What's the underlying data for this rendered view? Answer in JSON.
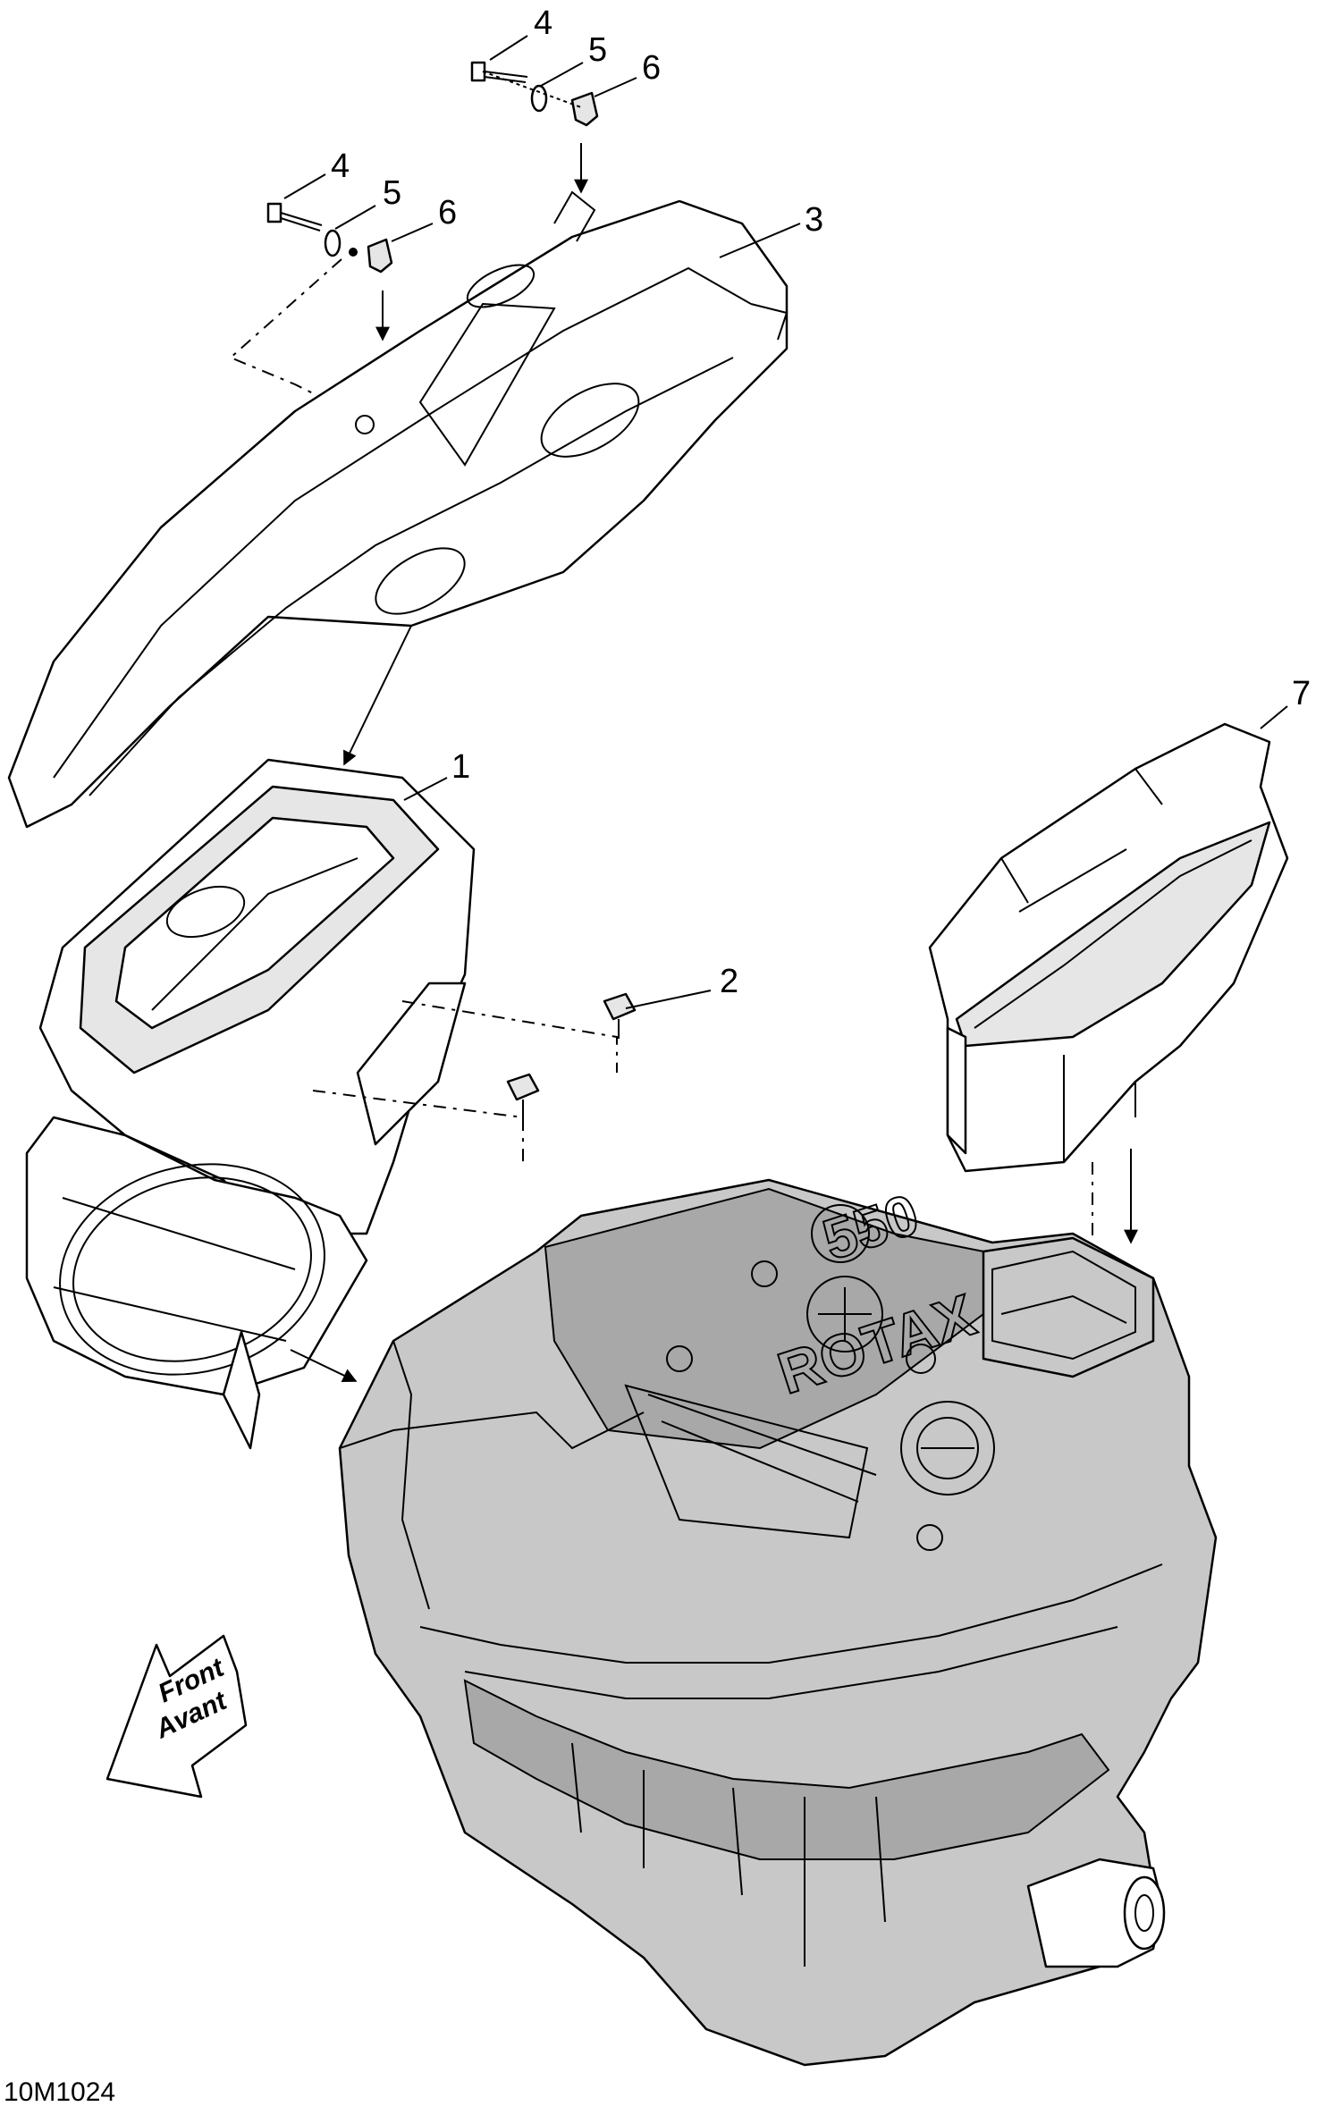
{
  "figure_code": "10M1024",
  "front_label": {
    "line1": "Front",
    "line2": "Avant"
  },
  "callouts": {
    "c1": "1",
    "c2": "2",
    "c3": "3",
    "c4a": "4",
    "c5a": "5",
    "c6a": "6",
    "c4b": "4",
    "c5b": "5",
    "c6b": "6",
    "c7": "7"
  },
  "engine_cover_text": {
    "line1": "550",
    "line2": "ROTAX"
  }
}
